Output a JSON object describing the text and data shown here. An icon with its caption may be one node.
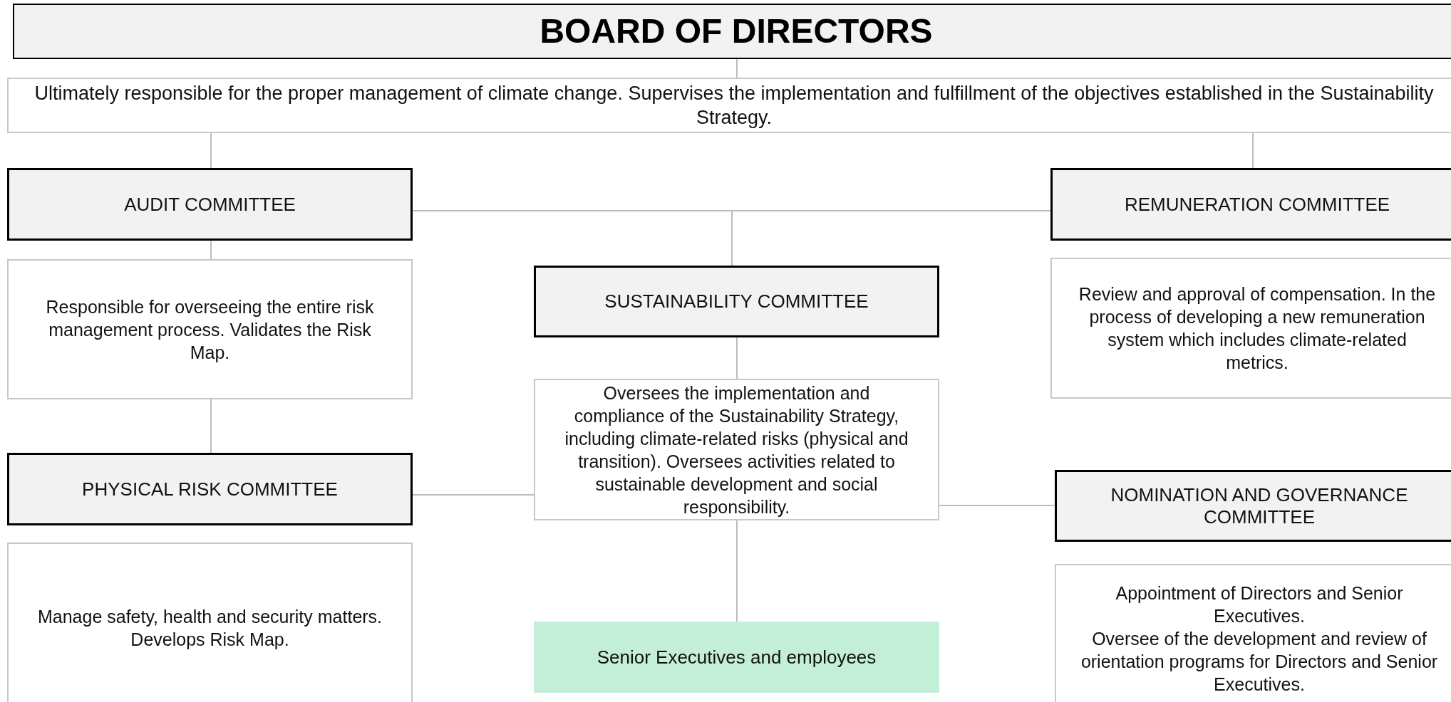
{
  "diagram": {
    "nodes": [
      {
        "text": [
          "BOARD OF DIRECTORS"
        ]
      },
      {
        "text": [
          "Ultimately responsible for the proper management of climate change. Supervises the implementation and fulfillment of the objectives established in the Sustainability Strategy."
        ]
      },
      {
        "text": [
          "AUDIT COMMITTEE"
        ]
      },
      {
        "text": [
          "Responsible for overseeing the entire risk management process. Validates the Risk Map."
        ]
      },
      {
        "text": [
          "REMUNERATION COMMITTEE"
        ]
      },
      {
        "text": [
          "Review and approval of compensation. In the process of developing a new remuneration system which includes climate-related metrics."
        ]
      },
      {
        "text": [
          "SUSTAINABILITY COMMITTEE"
        ]
      },
      {
        "text": [
          "Oversees the implementation and compliance of the Sustainability Strategy, including climate-related risks (physical and transition). Oversees activities related to sustainable development and social responsibility."
        ]
      },
      {
        "text": [
          "PHYSICAL RISK COMMITTEE"
        ]
      },
      {
        "text": [
          "Manage safety, health and security matters. Develops Risk Map."
        ]
      },
      {
        "text": [
          "NOMINATION AND GOVERNANCE COMMITTEE"
        ]
      },
      {
        "text": [
          "Appointment of Directors and Senior Executives.",
          "Oversee of the development and review of orientation programs for Directors and Senior Executives."
        ]
      },
      {
        "text": [
          "Senior Executives and employees"
        ]
      }
    ],
    "edges": [
      {
        "from": 0,
        "to": 1,
        "arrow": "none"
      },
      {
        "from": 1,
        "to": 2,
        "arrow": "none"
      },
      {
        "from": 1,
        "to": 4,
        "arrow": "none"
      },
      {
        "from": 2,
        "to": 4,
        "arrow": "none"
      },
      {
        "from": 2,
        "to": 6,
        "arrow": "none"
      },
      {
        "from": 2,
        "to": 3,
        "arrow": "none"
      },
      {
        "from": 3,
        "to": 8,
        "arrow": "none"
      },
      {
        "from": 6,
        "to": 7,
        "arrow": "none"
      },
      {
        "from": 8,
        "to": 7,
        "arrow": "none"
      },
      {
        "from": 7,
        "to": 10,
        "arrow": "none"
      },
      {
        "from": 7,
        "to": 12,
        "arrow": "none"
      }
    ]
  }
}
